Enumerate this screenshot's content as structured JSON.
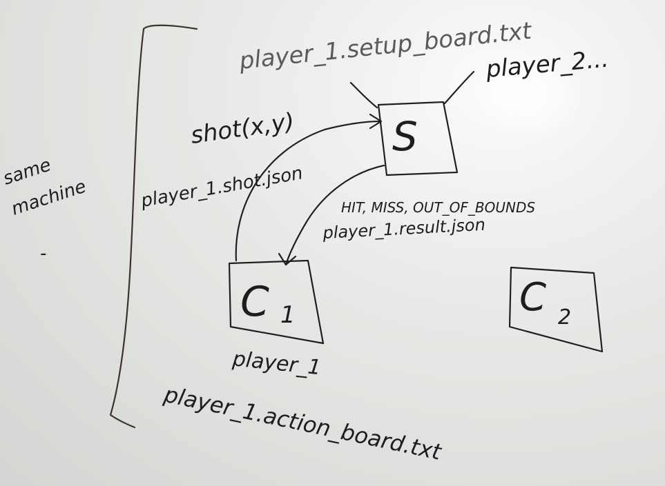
{
  "labels": {
    "same": "same",
    "machine": "machine",
    "dash": "-",
    "setup_board": "player_1.setup_board.txt",
    "player_2": "player_2...",
    "shot": "shot(x,y)",
    "shot_json": "player_1.shot.json",
    "results": "HIT, MISS, OUT_OF_BOUNDS",
    "result_json": "player_1.result.json",
    "player_1": "player_1",
    "action_board": "player_1.action_board.txt"
  },
  "nodes": {
    "server": "S",
    "client_1": "C",
    "client_1_sub": "1",
    "client_2": "C",
    "client_2_sub": "2"
  },
  "colors": {
    "ink": "#1d1d1f",
    "ink_faded": "#5a5a5a",
    "bracket": "#3d3128",
    "board": "#e6e8e5"
  }
}
